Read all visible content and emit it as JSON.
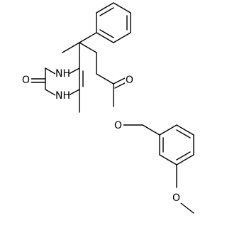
{
  "molecule": {
    "atoms": [
      {
        "id": "N_top",
        "label": "NH"
      },
      {
        "id": "N_bottom",
        "label": "NH"
      },
      {
        "id": "O_carbonyl",
        "label": "O"
      },
      {
        "id": "O_ester_carbonyl",
        "label": "O"
      },
      {
        "id": "O_ester",
        "label": "O"
      },
      {
        "id": "O_methoxy",
        "label": "O"
      }
    ],
    "colors": {
      "bond": "#000000",
      "label": "#000000",
      "background": "#ffffff"
    }
  }
}
